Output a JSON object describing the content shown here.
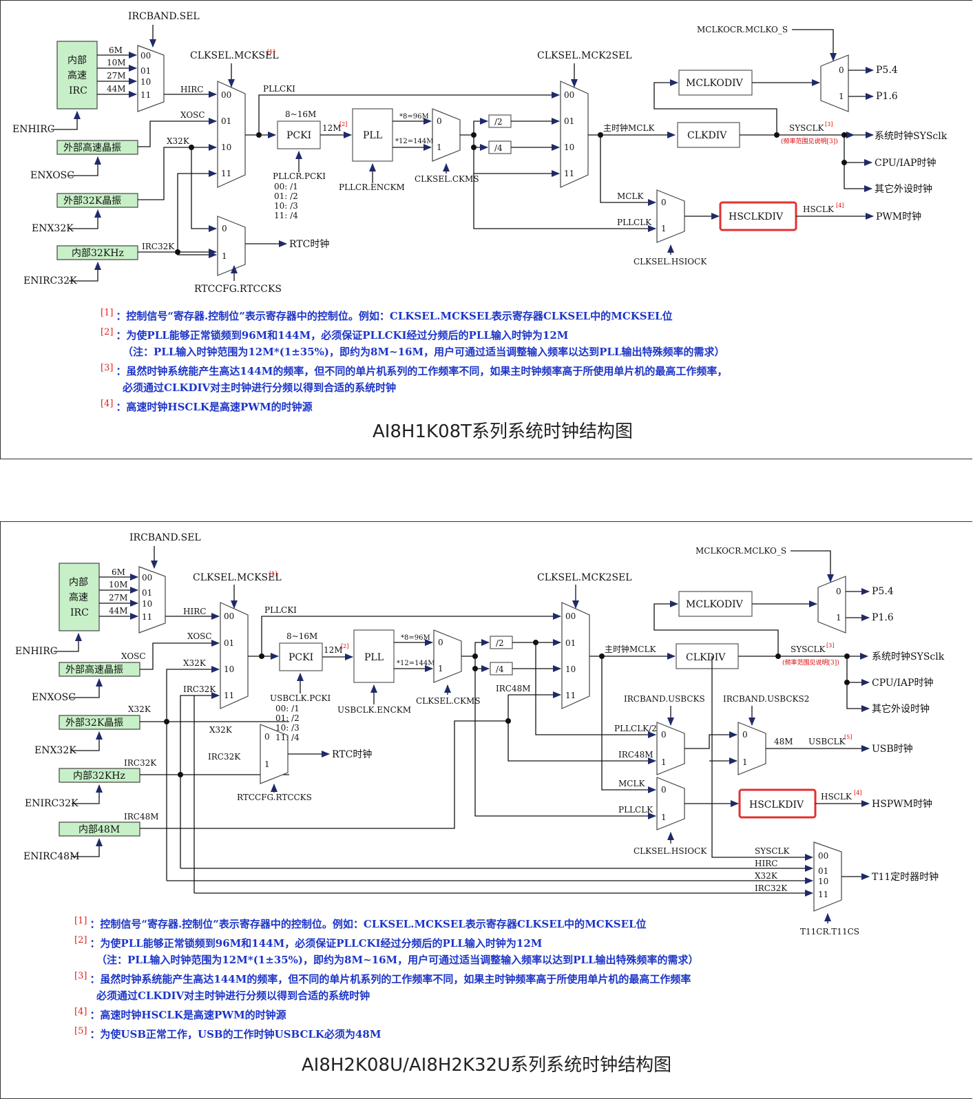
{
  "d1": {
    "caption": "AI8H1K08T系列系统时钟结构图",
    "sources": {
      "irc": "内部\n高速\nIRC",
      "osc": "外部高速晶振",
      "x32": "外部32K晶振",
      "irc32": "内部32KHz"
    },
    "enables": {
      "enhirc": "ENHIRC",
      "enxosc": "ENXOSC",
      "enx32k": "ENX32K",
      "enirc32k": "ENIRC32K"
    },
    "freqs": [
      "6M",
      "10M",
      "27M",
      "44M"
    ],
    "sel": [
      "00",
      "01",
      "10",
      "11"
    ],
    "sig": {
      "ircband": "IRCBAND.SEL",
      "mcksel": "CLKSEL.MCKSEL",
      "hirc": "HIRC",
      "xosc": "XOSC",
      "x32k": "X32K",
      "irc32k": "IRC32K",
      "pllcki": "PLLCKI",
      "range": "8~16M",
      "m12": "12M",
      "pcki": "PCKI",
      "pll": "PLL",
      "x8": "*8=96M",
      "x12": "*12=144M",
      "pllcr_pcki": "PLLCR.PCKI",
      "pllcr_enckm": "PLLCR.ENCKM",
      "ckms": "CLKSEL.CKMS",
      "div2": "/2",
      "div4": "/4",
      "mck2sel": "CLKSEL.MCK2SEL",
      "mclkocr": "MCLKOCR.MCLKO_S",
      "mclkodiv": "MCLKODIV",
      "p54": "P5.4",
      "p16": "P1.6",
      "mainclk": "主时钟MCLK",
      "clkdiv": "CLKDIV",
      "sysclk": "SYSCLK",
      "sysclknote": "(频率范围见说明[3])",
      "sys_out": "系统时钟SYSclk",
      "cpu_out": "CPU/IAP时钟",
      "other_out": "其它外设时钟",
      "mclk": "MCLK",
      "pllclk": "PLLCLK",
      "hsiock": "CLKSEL.HSIOCK",
      "hsclkdiv": "HSCLKDIV",
      "hsclk": "HSCLK",
      "pwm_out": "PWM时钟",
      "rtc": "RTC时钟",
      "rtccks": "RTCCFG.RTCCKS",
      "zero": "0",
      "one": "1"
    },
    "pcki_divs": [
      "00:  /1",
      "01:  /2",
      "10:  /3",
      "11:  /4"
    ],
    "notes": [
      {
        "n": "[1]",
        "t": "：控制信号“寄存器.控制位”表示寄存器中的控制位。例如：CLKSEL.MCKSEL表示寄存器CLKSEL中的MCKSEL位"
      },
      {
        "n": "[2]",
        "t": "：为使PLL能够正常锁频到96M和144M，必须保证PLLCKI经过分频后的PLL输入时钟为12M"
      },
      {
        "n": "",
        "t": "（注：PLL输入时钟范围为12M*(1±35%)，即约为8M~16M，用户可通过适当调整输入频率以达到PLL输出特殊频率的需求）"
      },
      {
        "n": "[3]",
        "t": "：虽然时钟系统能产生高达144M的频率，但不同的单片机系列的工作频率不同，如果主时钟频率高于所使用单片机的最高工作频率，"
      },
      {
        "n": "",
        "t": "必须通过CLKDIV对主时钟进行分频以得到合适的系统时钟"
      },
      {
        "n": "[4]",
        "t": "：高速时钟HSCLK是高速PWM的时钟源"
      }
    ]
  },
  "d2": {
    "caption": "AI8H2K08U/AI8H2K32U系列系统时钟结构图",
    "sources": {
      "irc48": "内部48M"
    },
    "enables": {
      "enirc48m": "ENIRC48M"
    },
    "sig": {
      "irc48m": "IRC48M",
      "usbclk_pcki": "USBCLK.PCKI",
      "usbclk_enckm": "USBCLK.ENCKM",
      "usbcks": "IRCBAND.USBCKS",
      "usbcks2": "IRCBAND.USBCKS2",
      "pllclk2": "PLLCLK/2",
      "m48": "48M",
      "usbclk": "USBCLK",
      "usb_out": "USB时钟",
      "hspwm_out": "HSPWM时钟",
      "t11_out": "T11定时器时钟",
      "t11cs": "T11CR.T11CS"
    },
    "notes": [
      {
        "n": "[1]",
        "t": "：控制信号“寄存器.控制位”表示寄存器中的控制位。例如：CLKSEL.MCKSEL表示寄存器CLKSEL中的MCKSEL位"
      },
      {
        "n": "[2]",
        "t": "：为使PLL能够正常锁频到96M和144M，必须保证PLLCKI经过分频后的PLL输入时钟为12M"
      },
      {
        "n": "",
        "t": "（注：PLL输入时钟范围为12M*(1±35%)，即约为8M~16M，用户可通过适当调整输入频率以达到PLL输出特殊频率的需求）"
      },
      {
        "n": "[3]",
        "t": "：虽然时钟系统能产生高达144M的频率，但不同的单片机系列的工作频率不同，如果主时钟频率高于所使用单片机的最高工作频率"
      },
      {
        "n": "",
        "t": "必须通过CLKDIV对主时钟进行分频以得到合适的系统时钟"
      },
      {
        "n": "[4]",
        "t": "：高速时钟HSCLK是高速PWM的时钟源"
      },
      {
        "n": "[5]",
        "t": "：为使USB正常工作，USB的工作时钟USBCLK必须为48M"
      }
    ]
  },
  "footnote_marks": [
    "[1]",
    "[2]",
    "[3]",
    "[4]",
    "[5]"
  ]
}
